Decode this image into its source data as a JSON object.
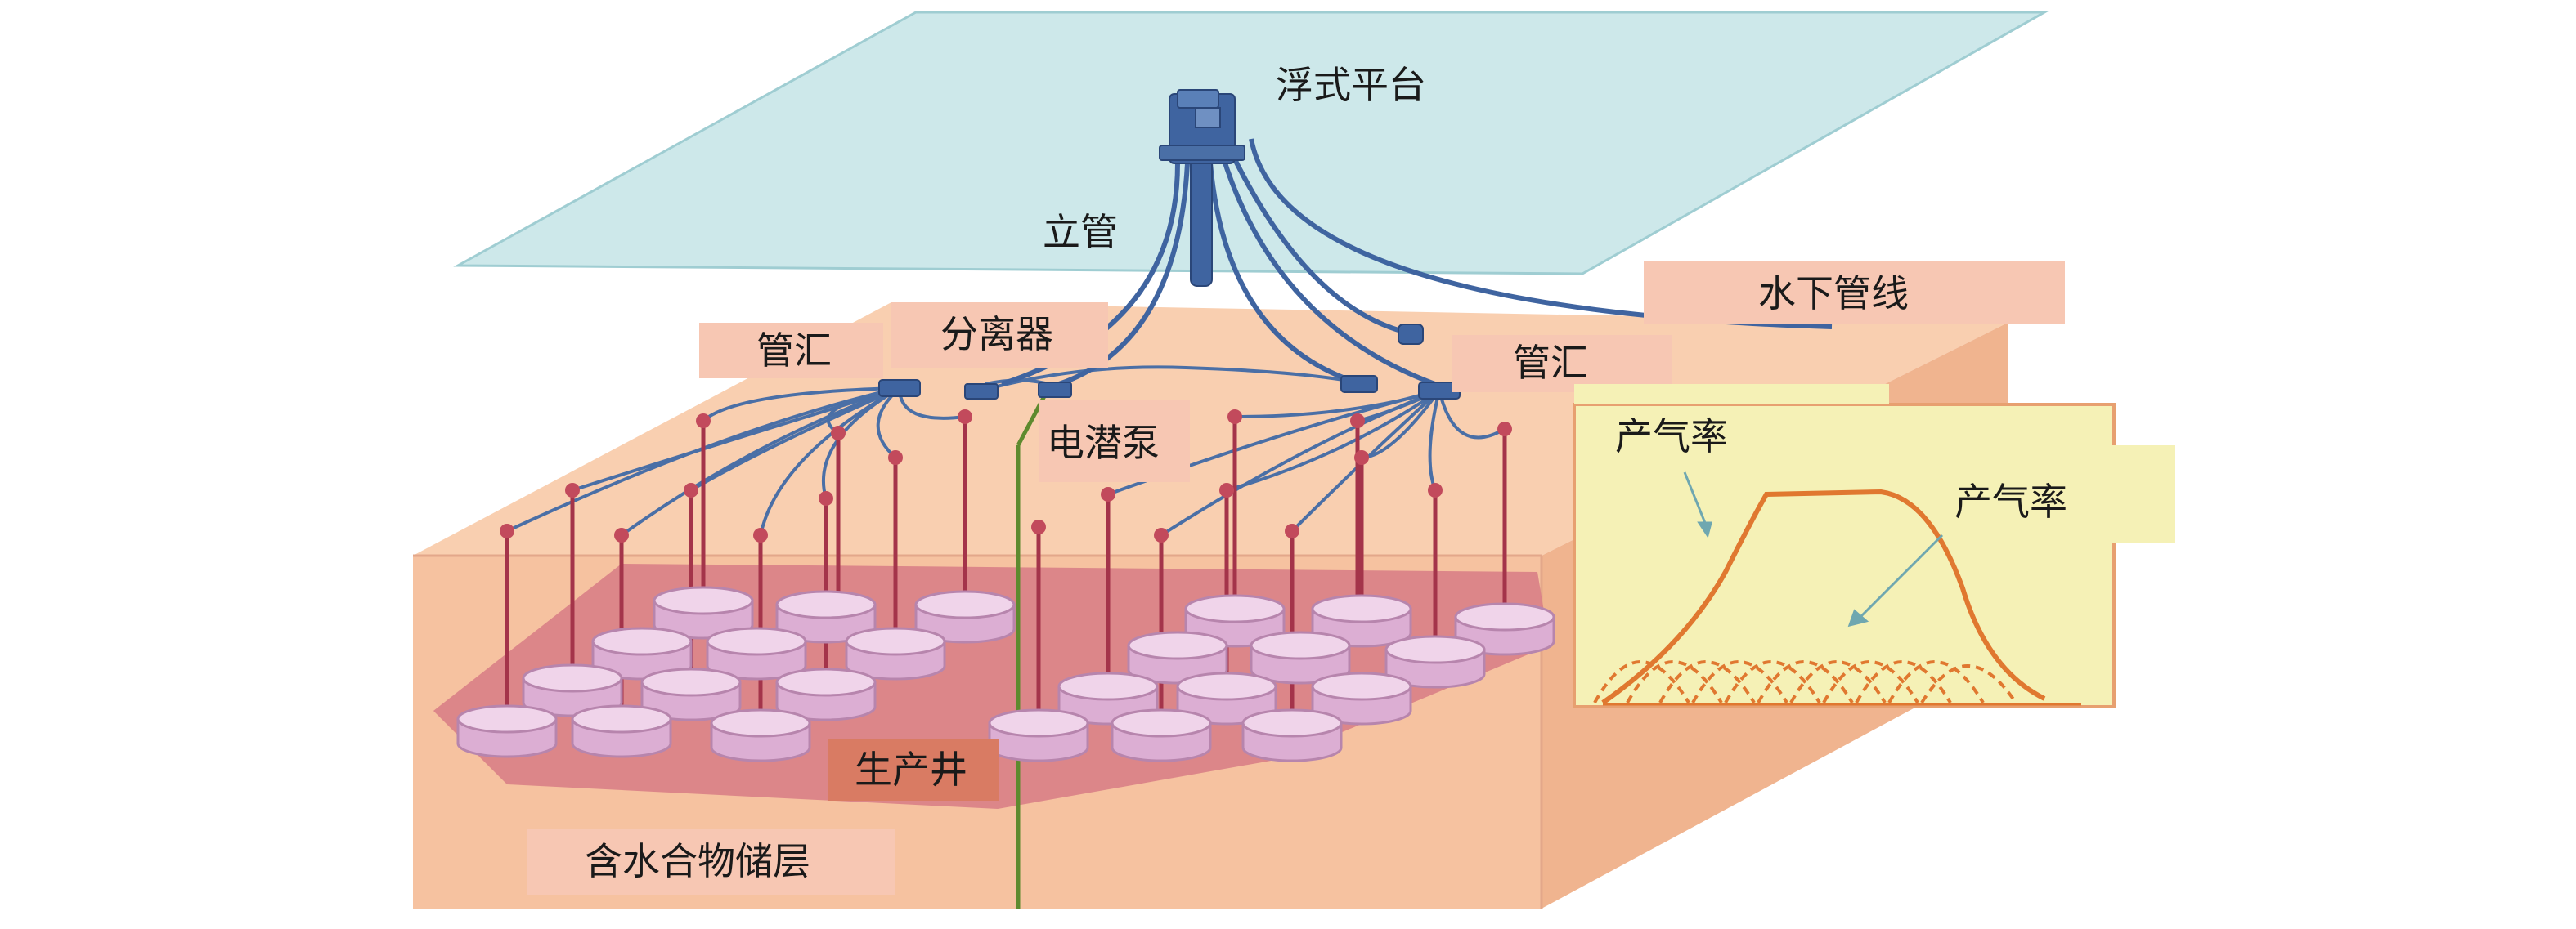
{
  "labels": {
    "platform": "浮式平台",
    "riser": "立管",
    "subsea_pipeline": "水下管线",
    "manifold_left": "管汇",
    "manifold_right": "管汇",
    "separator": "分离器",
    "esp": "电潜泵",
    "production_well": "生产井",
    "reservoir": "含水合物储层",
    "gas_rate_total": "产气率",
    "gas_rate_single": "产气率"
  },
  "colors": {
    "platform": "#cde8ea",
    "ground": "#f6c2a0",
    "reservoir_zone": "#d97b80",
    "well_pipe": "#a4344a",
    "tube": "#4a6fa6",
    "disc": "#e7c1df",
    "chart_bg": "#f5f1b6",
    "curve": "#e07830",
    "label_box": "#f7c7b3",
    "production_box": "#d97b63"
  }
}
